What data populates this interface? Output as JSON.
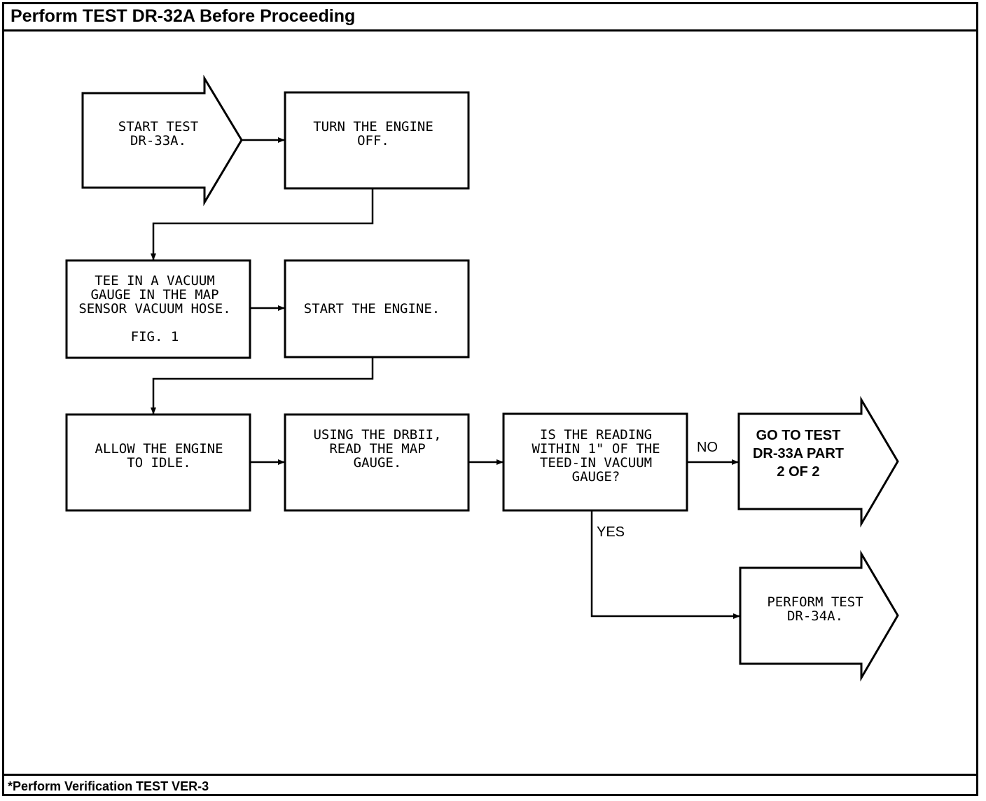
{
  "header": {
    "title": "Perform TEST DR-32A Before Proceeding"
  },
  "footer": {
    "note": "*Perform Verification TEST VER-3"
  },
  "nodes": {
    "start_test": {
      "lines": [
        "START TEST",
        "DR-33A."
      ]
    },
    "turn_off": {
      "lines": [
        "TURN THE ENGINE",
        "OFF."
      ]
    },
    "tee_gauge": {
      "lines": [
        "TEE IN A VACUUM",
        "GAUGE IN THE MAP",
        "SENSOR VACUUM HOSE.",
        "",
        "FIG. 1"
      ]
    },
    "start_engine": {
      "lines": [
        "START THE ENGINE."
      ]
    },
    "allow_idle": {
      "lines": [
        "ALLOW THE ENGINE",
        "TO IDLE."
      ]
    },
    "read_map": {
      "lines": [
        "USING THE DRBII,",
        "READ THE MAP",
        "GAUGE."
      ]
    },
    "is_reading": {
      "lines": [
        "IS THE READING",
        "WITHIN 1\" OF THE",
        "TEED-IN VACUUM",
        "GAUGE?"
      ]
    },
    "goto_part2": {
      "lines": [
        "GO TO TEST",
        "DR-33A PART",
        "2 OF 2"
      ]
    },
    "perform_34a": {
      "lines": [
        "PERFORM TEST",
        "DR-34A."
      ]
    }
  },
  "edges": {
    "no_label": "NO",
    "yes_label": "YES"
  }
}
